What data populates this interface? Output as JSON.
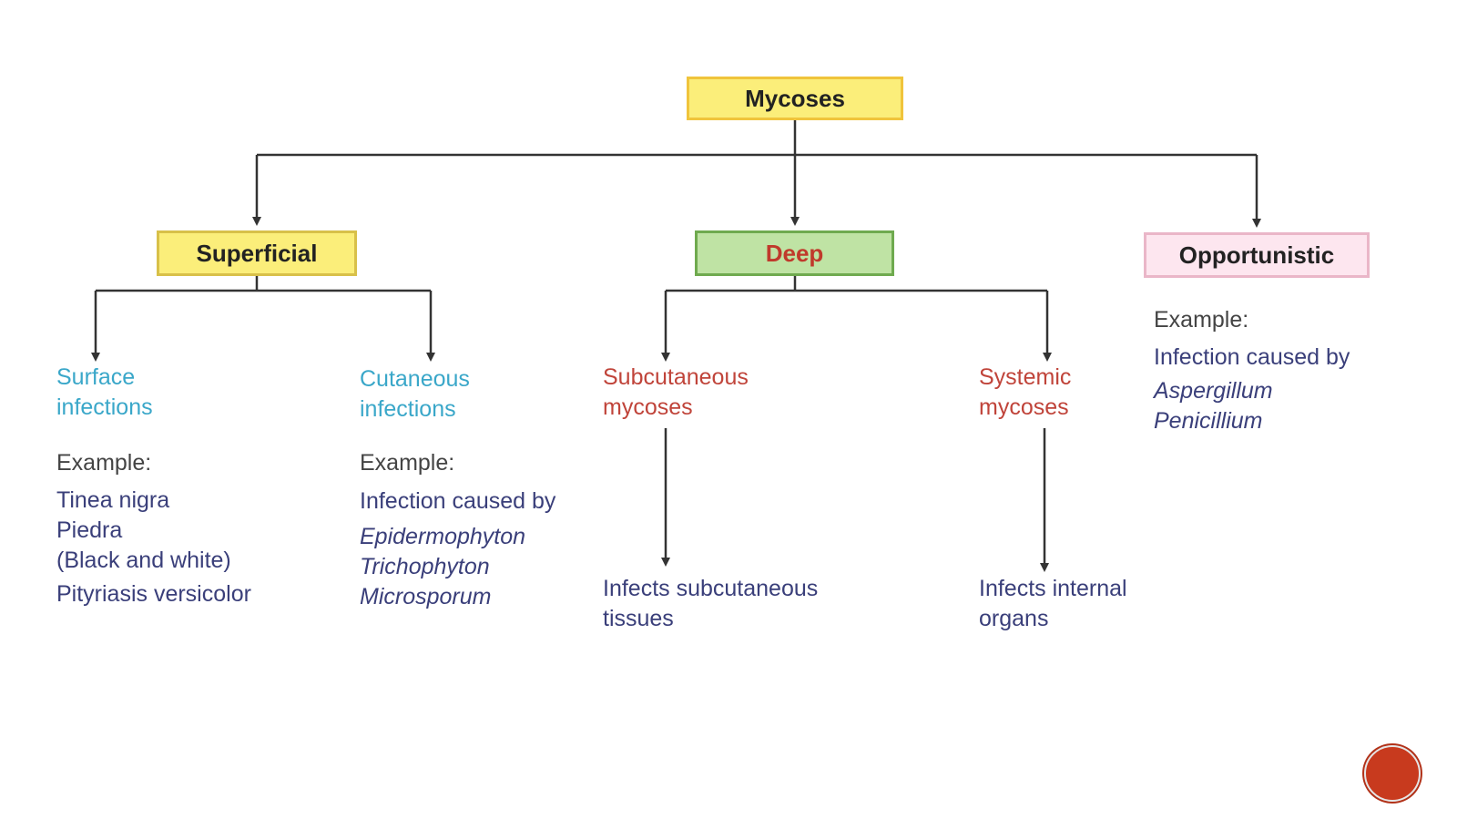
{
  "root": {
    "label": "Mycoses"
  },
  "categories": {
    "superficial": {
      "label": "Superficial"
    },
    "deep": {
      "label": "Deep"
    },
    "opportunistic": {
      "label": "Opportunistic",
      "example_heading": "Example:",
      "example_intro": "Infection caused by",
      "organisms": [
        "Aspergillum",
        "Penicillium"
      ]
    }
  },
  "superficial_children": {
    "surface": {
      "title_line1": "Surface",
      "title_line2": "infections",
      "example_heading": "Example:",
      "examples": [
        "Tinea nigra",
        "Piedra",
        "(Black and white)",
        "Pityriasis versicolor"
      ]
    },
    "cutaneous": {
      "title_line1": "Cutaneous",
      "title_line2": "infections",
      "example_heading": "Example:",
      "example_intro": "Infection caused by",
      "organisms": [
        "Epidermophyton",
        "Trichophyton",
        "Microsporum"
      ]
    }
  },
  "deep_children": {
    "subcutaneous": {
      "title_line1": "Subcutaneous",
      "title_line2": "mycoses",
      "result_line1": "Infects subcutaneous",
      "result_line2": "tissues"
    },
    "systemic": {
      "title_line1": "Systemic",
      "title_line2": "mycoses",
      "result_line1": "Infects internal",
      "result_line2": "organs"
    }
  },
  "colors": {
    "connector": "#333333",
    "surface_title": "#3aa7c9",
    "deep_title": "#c0443a",
    "body_text": "#3a3f7a",
    "badge": "#c83a1e"
  }
}
